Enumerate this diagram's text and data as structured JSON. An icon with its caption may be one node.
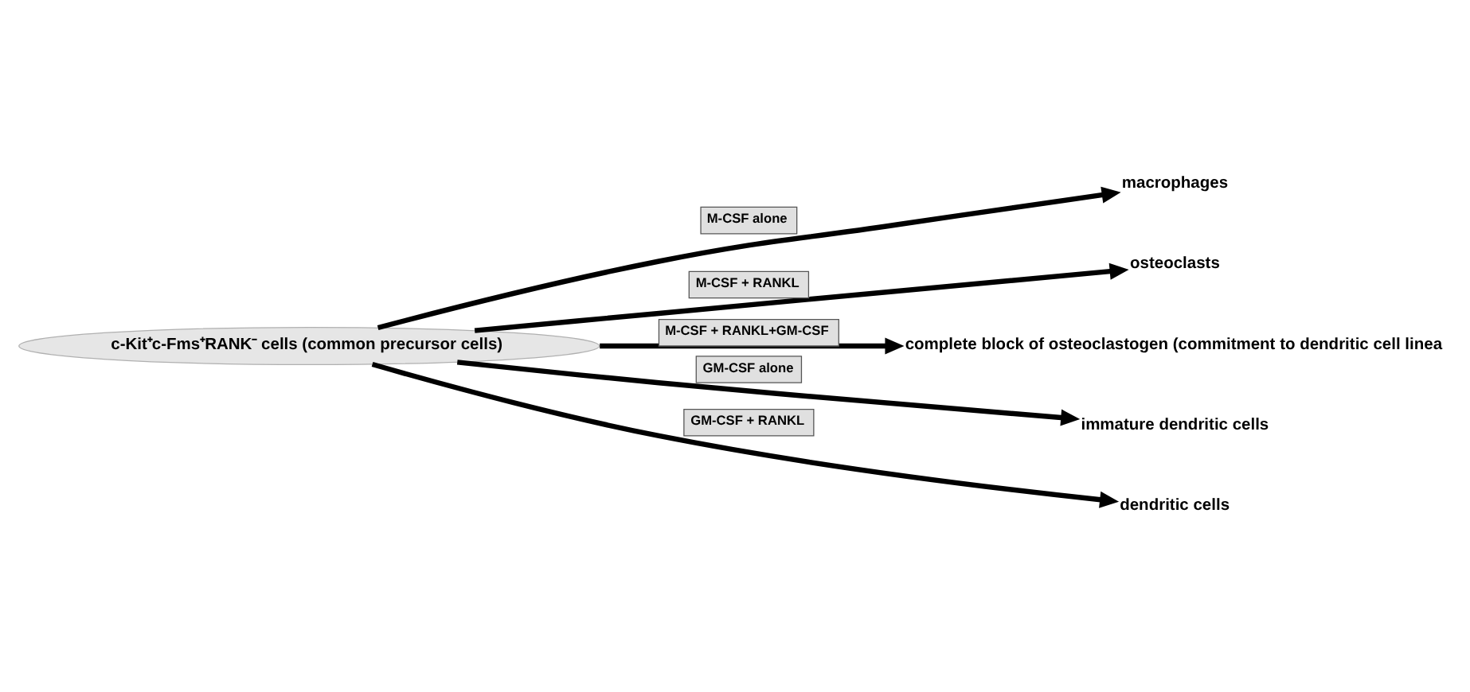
{
  "diagram": {
    "nodes": [
      {
        "text": [
          "c-Kit⁺c-Fms⁺RANK⁻ cells (common precursor cells)"
        ]
      },
      {
        "text": [
          "macrophages"
        ]
      },
      {
        "text": [
          "osteoclasts"
        ]
      },
      {
        "text": [
          "complete block of osteoclastogen (commitment to dendritic cell linea"
        ]
      },
      {
        "text": [
          "immature dendritic cells"
        ]
      },
      {
        "text": [
          "dendritic cells"
        ]
      }
    ],
    "edges": [
      {
        "from": 0,
        "to": 1,
        "arrow": "to",
        "label": "M-CSF alone"
      },
      {
        "from": 0,
        "to": 2,
        "arrow": "to",
        "label": "M-CSF + RANKL"
      },
      {
        "from": 0,
        "to": 3,
        "arrow": "to",
        "label": "M-CSF + RANKL+GM-CSF"
      },
      {
        "from": 0,
        "to": 4,
        "arrow": "to",
        "label": "GM-CSF alone"
      },
      {
        "from": 0,
        "to": 5,
        "arrow": "to",
        "label": "GM-CSF + RANKL"
      }
    ]
  }
}
